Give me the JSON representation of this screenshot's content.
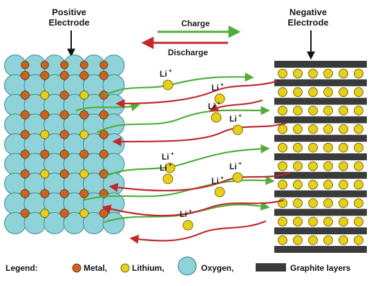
{
  "positive_electrode": {
    "line1": "Positive",
    "line2": "Electrode"
  },
  "negative_electrode": {
    "line1": "Negative",
    "line2": "Electrode"
  },
  "arrows": {
    "charge": "Charge",
    "discharge": "Discharge"
  },
  "ion_label": "Li",
  "ion_charge": "+",
  "legend": {
    "prefix": "Legend:",
    "metal": "Metal,",
    "lithium": "Lithium,",
    "oxygen": "Oxygen,",
    "graphite": "Graphite layers"
  },
  "colors": {
    "oxygen": "#8fd3d8",
    "oxygen_edge": "#3d8a94",
    "metal": "#c8641e",
    "lithium": "#e6cf1d",
    "lithium_edge": "#7a6a00",
    "graphite": "#3a3a3a",
    "charge_arrow": "#4fae3a",
    "discharge_arrow": "#c0282d"
  }
}
